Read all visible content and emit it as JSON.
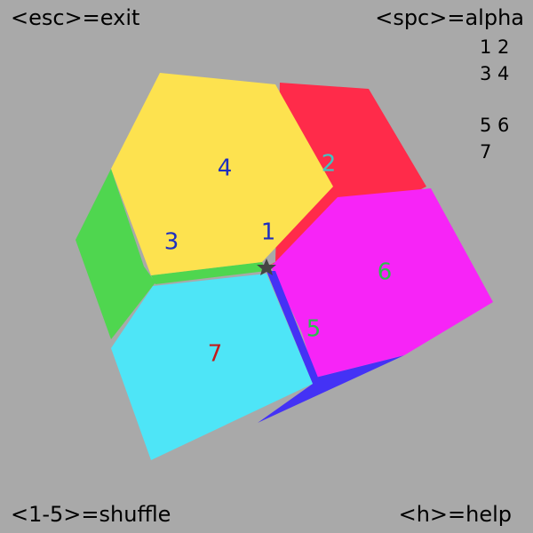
{
  "hud": {
    "exit": "<esc>=exit",
    "alpha": "<spc>=alpha",
    "shuffle": "<1-5>=shuffle",
    "help": "<h>=help"
  },
  "legend": {
    "row1": "1 2",
    "row2": "3 4",
    "row3": "5 6",
    "row4": "7"
  },
  "colors": {
    "background": "#a9a9a9",
    "hud_text": "#000000",
    "face_yellow": "#fde24f",
    "face_red": "#ff2b4a",
    "face_green": "#4fd64f",
    "face_magenta": "#f724f7",
    "face_cyan": "#4ee5f7",
    "face_blue": "#4432f5",
    "label_blue": "#1e2fbf",
    "label_teal": "#3fc4c4",
    "label_green": "#2bbf4a",
    "label_red": "#c41a1a",
    "center_mark": "#444444"
  },
  "pieces": [
    {
      "id": "1",
      "color": "#1e2fbf"
    },
    {
      "id": "2",
      "color": "#3fc4c4"
    },
    {
      "id": "3",
      "color": "#1e2fbf"
    },
    {
      "id": "4",
      "color": "#1e2fbf"
    },
    {
      "id": "5",
      "color": "#2bbf4a"
    },
    {
      "id": "6",
      "color": "#2bbf4a"
    },
    {
      "id": "7",
      "color": "#c41a1a"
    }
  ],
  "center_marker": "star-icon"
}
